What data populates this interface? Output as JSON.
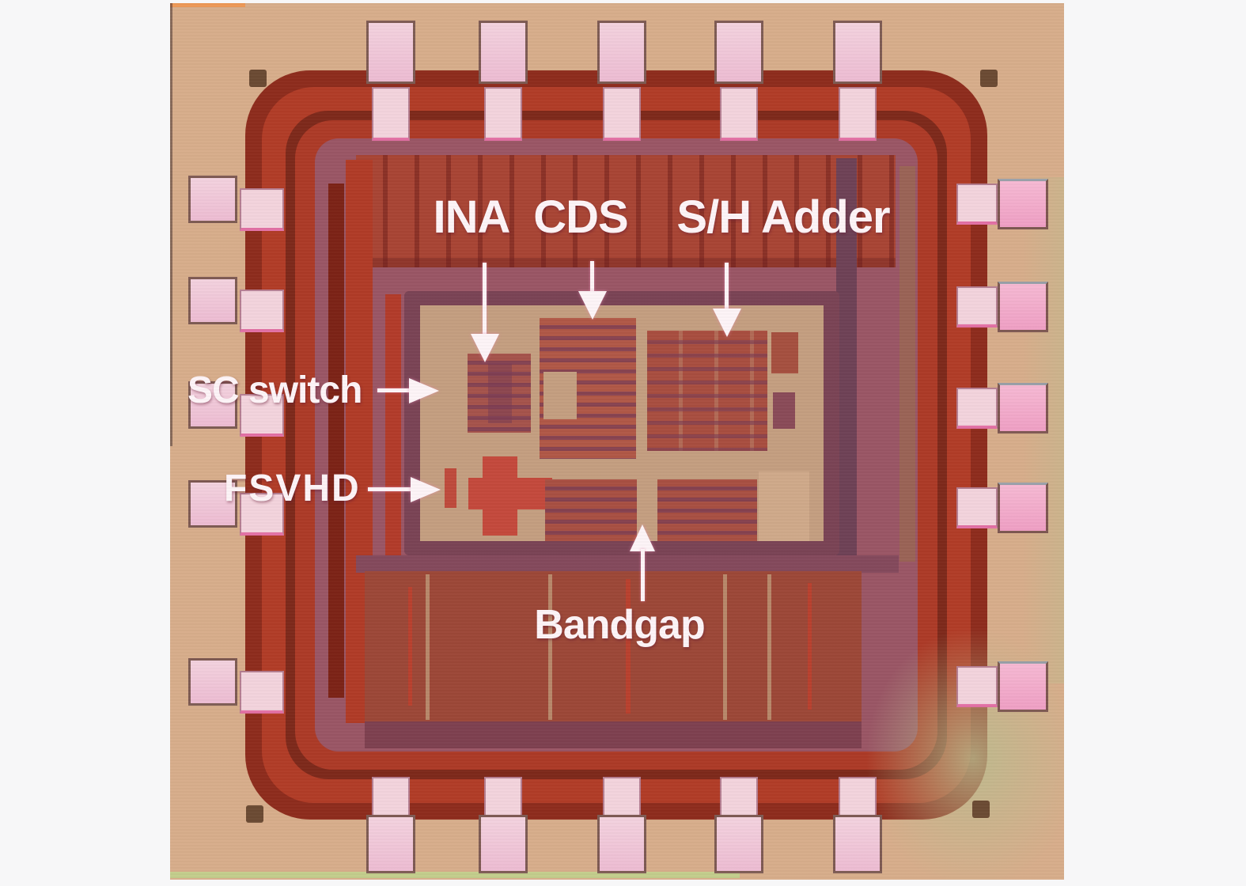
{
  "micrograph": {
    "labels": [
      {
        "id": "ina",
        "text": "INA",
        "arrow": "down"
      },
      {
        "id": "cds",
        "text": "CDS",
        "arrow": "down"
      },
      {
        "id": "sh_adder",
        "text": "S/H Adder",
        "arrow": "down"
      },
      {
        "id": "sc_switch",
        "text": "SC switch",
        "arrow": "right"
      },
      {
        "id": "fsvhd",
        "text": "FSVHD",
        "arrow": "right"
      },
      {
        "id": "bandgap",
        "text": "Bandgap",
        "arrow": "up"
      }
    ],
    "palette": {
      "outer_bg": "#d7ad8b",
      "green_tint": "#b9bd8e",
      "ring_dark": "#8e2c1d",
      "ring_red": "#b13c27",
      "ring_deep": "#7d291b",
      "ring_red2": "#ac3a27",
      "field_mauve": "#9a5665",
      "band_red": "#a84434",
      "core_tan": "#c49e80",
      "core_frame": "#7a4355",
      "block_red": "#a85042",
      "block_red_bright": "#b05846",
      "cross_red": "#c4493c",
      "digital_red": "#9c4737",
      "pad_pink": "#f0c3d6",
      "pad_border": "#8d6b5e",
      "annotation": "#fdf4f7"
    }
  }
}
